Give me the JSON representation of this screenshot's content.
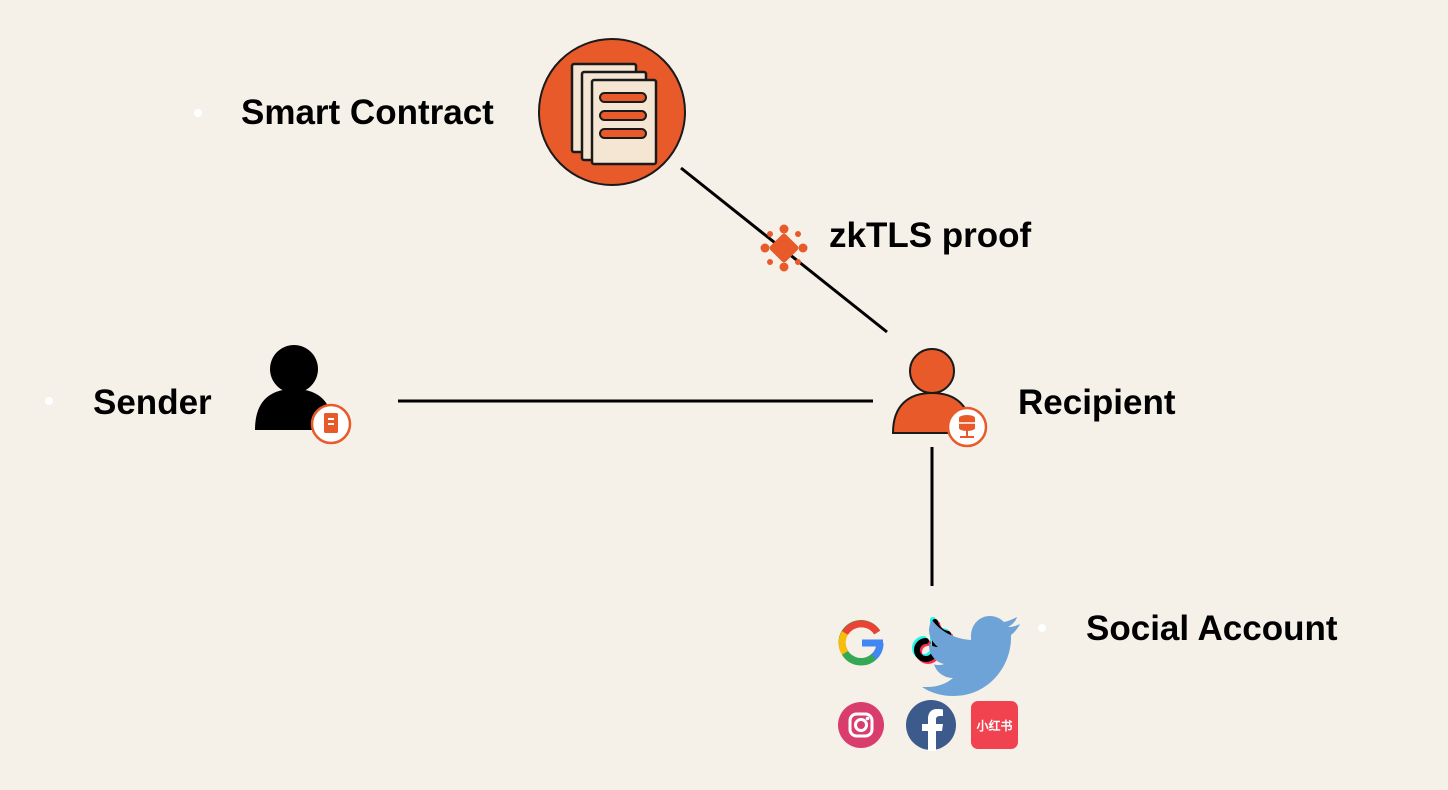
{
  "labels": {
    "smart_contract": "Smart Contract",
    "zktls_proof": "zkTLS proof",
    "sender": "Sender",
    "recipient": "Recipient",
    "social_account": "Social Account",
    "xiaohongshu": "小红书"
  },
  "colors": {
    "background": "#f5f0e8",
    "accent": "#e85a2a",
    "text": "#000000"
  },
  "social_icons": [
    "google-icon",
    "tiktok-icon",
    "twitter-icon",
    "instagram-icon",
    "facebook-icon",
    "xiaohongshu-icon"
  ]
}
